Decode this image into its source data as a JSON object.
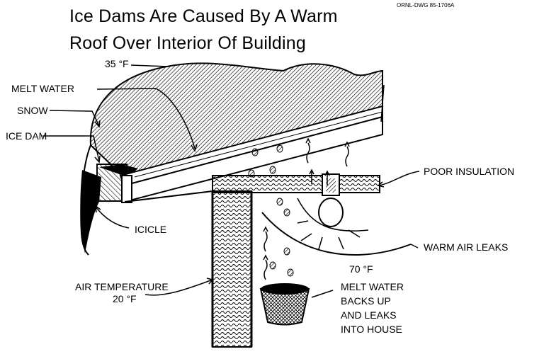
{
  "title": {
    "line1": "Ice Dams Are Caused By A Warm",
    "line2": "Roof Over Interior Of Building"
  },
  "drawing_code": "ORNL-DWG 85-1706A",
  "labels": {
    "roof_temp": "35 °F",
    "melt_water_top": "MELT WATER",
    "snow": "SNOW",
    "ice_dam": "ICE DAM",
    "icicle": "ICICLE",
    "poor_insulation": "POOR INSULATION",
    "warm_air_leaks": "WARM AIR LEAKS",
    "interior_temp": "70 °F",
    "air_temperature": "AIR TEMPERATURE",
    "outside_temp": "20 °F",
    "melt_water_bottom": [
      "MELT WATER",
      "BACKS UP",
      "AND LEAKS",
      "INTO HOUSE"
    ]
  },
  "colors": {
    "ink": "#000000",
    "paper": "#ffffff"
  }
}
